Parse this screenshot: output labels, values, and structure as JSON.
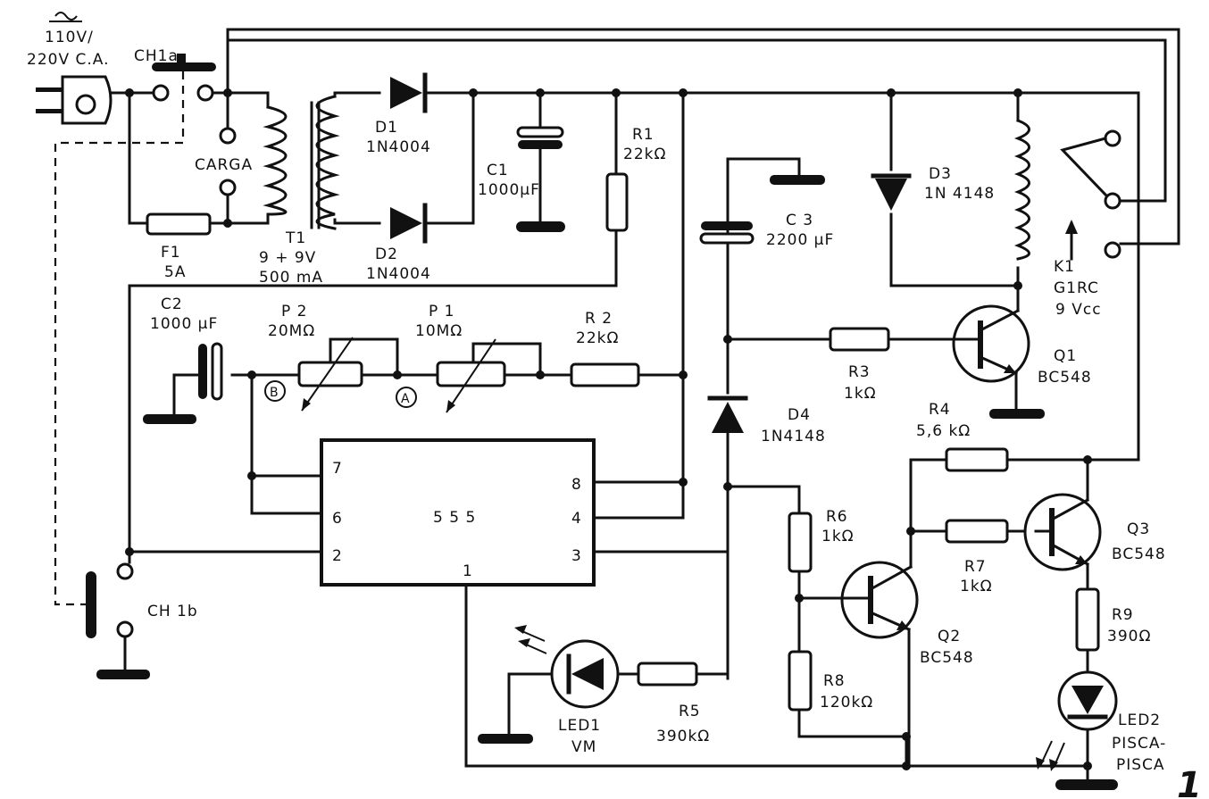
{
  "source": {
    "ac_symbol": "~",
    "voltage_line1": "110V/",
    "voltage_line2": "220V C.A."
  },
  "switch_a": "CH1a",
  "switch_b": "CH 1b",
  "load": "CARGA",
  "fuse": {
    "ref": "F1",
    "value": "5A"
  },
  "transformer": {
    "ref": "T1",
    "value1": "9 + 9V",
    "value2": "500 mA"
  },
  "d1": {
    "ref": "D1",
    "value": "1N4004"
  },
  "d2": {
    "ref": "D2",
    "value": "1N4004"
  },
  "c1": {
    "ref": "C1",
    "value": "1000µF"
  },
  "r1": {
    "ref": "R1",
    "value": "22kΩ"
  },
  "c2": {
    "ref": "C2",
    "value": "1000 µF"
  },
  "p2": {
    "ref": "P 2",
    "value": "20MΩ"
  },
  "p1": {
    "ref": "P 1",
    "value": "10MΩ"
  },
  "r2": {
    "ref": "R 2",
    "value": "22kΩ"
  },
  "point_a": "A",
  "point_b": "B",
  "c3": {
    "ref": "C 3",
    "value": "2200 µF"
  },
  "d3": {
    "ref": "D3",
    "value": "1N 4148"
  },
  "d4": {
    "ref": "D4",
    "value": "1N4148"
  },
  "k1": {
    "ref": "K1",
    "value1": "G1RC",
    "value2": "9 Vcc"
  },
  "q1": {
    "ref": "Q1",
    "value": "BC548"
  },
  "r3": {
    "ref": "R3",
    "value": "1kΩ"
  },
  "r4": {
    "ref": "R4",
    "value": "5,6 kΩ"
  },
  "ic": {
    "name": "5 5 5",
    "pin7": "7",
    "pin6": "6",
    "pin2": "2",
    "pin8": "8",
    "pin4": "4",
    "pin3": "3",
    "pin1": "1"
  },
  "r6": {
    "ref": "R6",
    "value": "1kΩ"
  },
  "r7": {
    "ref": "R7",
    "value": "1kΩ"
  },
  "q3": {
    "ref": "Q3",
    "value": "BC548"
  },
  "q2": {
    "ref": "Q2",
    "value": "BC548"
  },
  "r8": {
    "ref": "R8",
    "value": "120kΩ"
  },
  "r9": {
    "ref": "R9",
    "value": "390Ω"
  },
  "led1": {
    "ref": "LED1",
    "value": "VM"
  },
  "r5": {
    "ref": "R5",
    "value": "390kΩ"
  },
  "led2": {
    "ref": "LED2",
    "value1": "PISCA-",
    "value2": "PISCA"
  },
  "figure_number": "1"
}
